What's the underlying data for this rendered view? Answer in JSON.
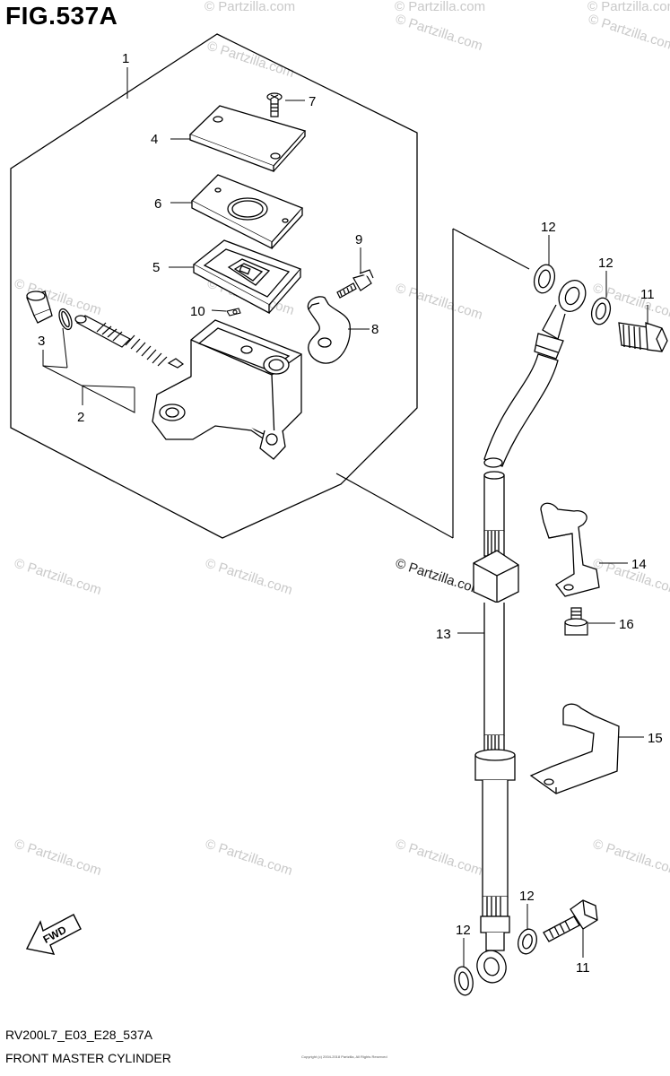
{
  "figure": {
    "title": "FIG.537A",
    "model_code": "RV200L7_E03_E28_537A",
    "section_name": "FRONT MASTER CYLINDER",
    "fwd_label": "FWD",
    "copyright_line": "Copyright (c) 2004-2018 Partzilla, All Rights Reserved"
  },
  "watermark": {
    "text": "© Partzilla.com",
    "strong_text": "© Partzilla.com"
  },
  "callouts": {
    "c1": "1",
    "c2": "2",
    "c3": "3",
    "c4": "4",
    "c5": "5",
    "c6": "6",
    "c7": "7",
    "c8": "8",
    "c9": "9",
    "c10": "10",
    "c11a": "11",
    "c11b": "11",
    "c12a": "12",
    "c12b": "12",
    "c12c": "12",
    "c12d": "12",
    "c13": "13",
    "c14": "14",
    "c15": "15",
    "c16": "16"
  },
  "colors": {
    "line": "#000000",
    "watermark": "#c9c9c9"
  }
}
